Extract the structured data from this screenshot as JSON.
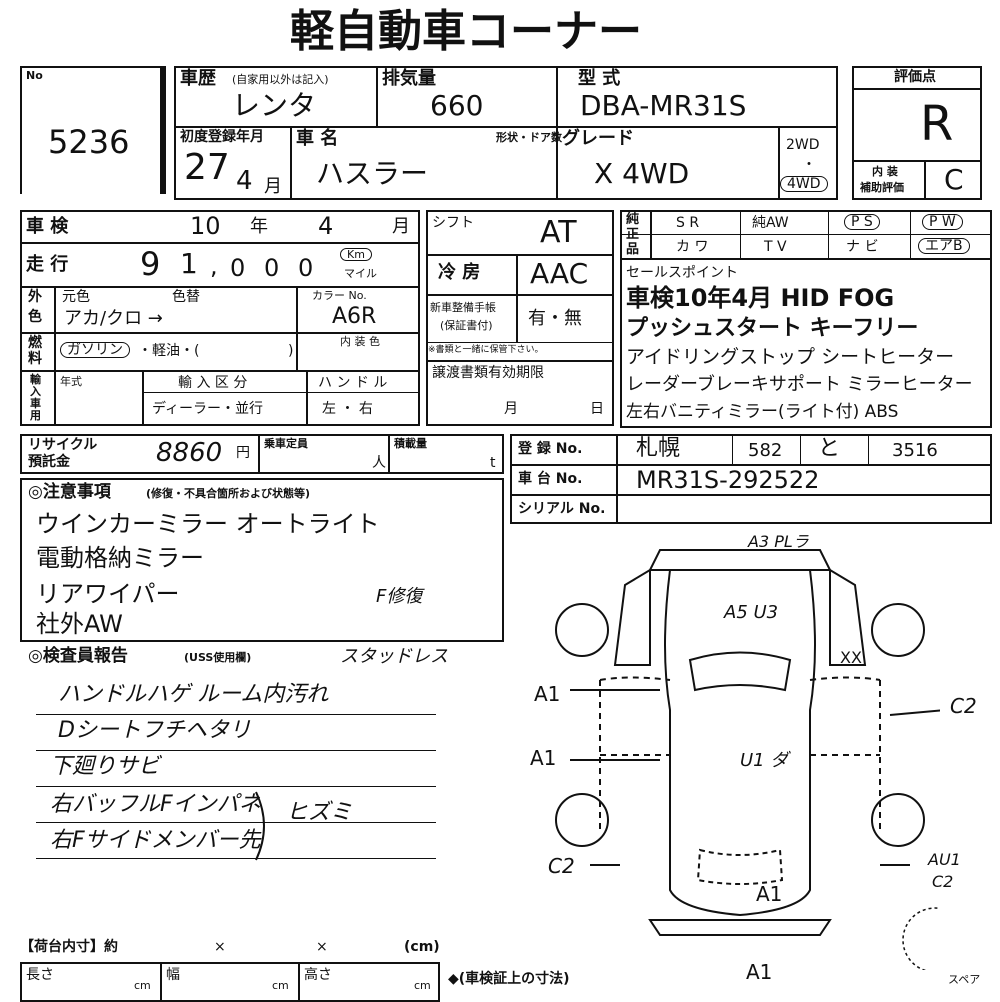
{
  "title": "軽自動車コーナー",
  "lot": {
    "label": "No",
    "number": "5236"
  },
  "history": {
    "label": "車歴",
    "note": "(自家用以外は記入)",
    "value": "レンタ"
  },
  "displacement": {
    "label": "排気量",
    "value": "660"
  },
  "model": {
    "label": "型 式",
    "value": "DBA-MR31S"
  },
  "first_reg": {
    "label": "初度登録年月",
    "year": "27",
    "month": "4",
    "month_unit": "月"
  },
  "car_name": {
    "label": "車 名",
    "value": "ハスラー"
  },
  "body_type": {
    "label": "形状・ドア数"
  },
  "grade": {
    "label": "グレード",
    "value": "X 4WD"
  },
  "drive": {
    "opt1": "2WD",
    "dot": "・",
    "opt2": "4WD"
  },
  "rating": {
    "label": "評価点",
    "value": "R",
    "interior_label1": "内 装",
    "interior_label2": "補助評価",
    "interior_value": "C"
  },
  "shaken": {
    "label": "車 検",
    "year": "10",
    "year_unit": "年",
    "month": "4",
    "month_unit": "月"
  },
  "mileage": {
    "label": "走 行",
    "digits": [
      "9",
      "1",
      "0",
      "0",
      "0"
    ],
    "comma": ",",
    "unit1": "Km",
    "unit2": "マイル"
  },
  "color": {
    "label1": "外",
    "label2": "色",
    "orig_label": "元色",
    "change_label": "色替",
    "value": "アカ/クロ →",
    "code_label": "カラー No.",
    "code_value": "A6R",
    "interior_label": "内 装 色"
  },
  "fuel": {
    "label1": "燃",
    "label2": "料",
    "gasoline": "ガソリン",
    "rest": "・軽油・(",
    "close": ")"
  },
  "shift": {
    "label": "シフト",
    "value": "AT"
  },
  "ac": {
    "label": "冷 房",
    "value": "AAC"
  },
  "service_book": {
    "label1": "新車整備手帳",
    "label2": "(保証書付)",
    "value": "有・無",
    "note": "※書類と一緒に保管下さい。"
  },
  "import": {
    "label1": "輸",
    "label2": "入",
    "label3": "車",
    "label4": "用",
    "year_label": "年式",
    "div_label": "輸 入 区 分",
    "div_value": "ディーラー・並行",
    "handle_label": "ハ ン ド ル",
    "handle_value": "左 ・ 右"
  },
  "transfer": {
    "label": "譲渡書類有効期限",
    "month": "月",
    "day": "日"
  },
  "options": {
    "label": "純正品",
    "row1": [
      "S R",
      "純AW",
      "P S",
      "P W"
    ],
    "row2": [
      "カ ワ",
      "T V",
      "ナ ビ",
      "エアB"
    ]
  },
  "sales_points": {
    "label": "セールスポイント",
    "lines": [
      "車検10年4月 HID FOG",
      "プッシュスタート キーフリー",
      "アイドリングストップ シートヒーター",
      "レーダーブレーキサポート ミラーヒーター",
      "左右バニティミラー(ライト付) ABS"
    ]
  },
  "recycle": {
    "label1": "リサイクル",
    "label2": "預託金",
    "value": "8860",
    "unit": "円"
  },
  "capacity": {
    "label": "乗車定員",
    "unit": "人"
  },
  "load": {
    "label": "積載量",
    "unit": "t"
  },
  "registration": {
    "label": "登 録 No.",
    "region": "札幌",
    "class": "582",
    "kana": "と",
    "number": "3516"
  },
  "chassis": {
    "label": "車 台 No.",
    "value": "MR31S-292522"
  },
  "serial": {
    "label": "シリアル No."
  },
  "notes": {
    "label": "◎注意事項",
    "sub": "(修復・不具合箇所および状態等)",
    "lines": [
      "ウインカーミラー オートライト",
      "電動格納ミラー",
      "リアワイパー",
      "社外AW"
    ],
    "repair": "F修復"
  },
  "inspector": {
    "label": "◎検査員報告",
    "sub": "(USS使用欄)",
    "extra": "スタッドレス",
    "lines": [
      "ハンドルハゲ ルーム内汚れ",
      "Dシートフチヘタリ",
      "下廻りサビ",
      "右バッフルFインパネ",
      "右Fサイドメンバー先"
    ],
    "bracket": "ヒズミ"
  },
  "diagram": {
    "top": "A3 PLラ",
    "roof": "A5 U3",
    "xx": "XX",
    "left1": "A1",
    "left2": "A1",
    "right1": "C2",
    "center": "U1 ダ",
    "left3": "C2",
    "right2a": "AU1",
    "right2b": "C2",
    "rear": "A1",
    "bottom": "A1",
    "spare": "スペア"
  },
  "cargo": {
    "label": "【荷台内寸】約",
    "x1": "×",
    "x2": "×",
    "unit": "(cm)",
    "len": "長さ",
    "wid": "幅",
    "hei": "高さ",
    "cm": "cm",
    "arrow": "◆(車検証上の寸法)"
  }
}
